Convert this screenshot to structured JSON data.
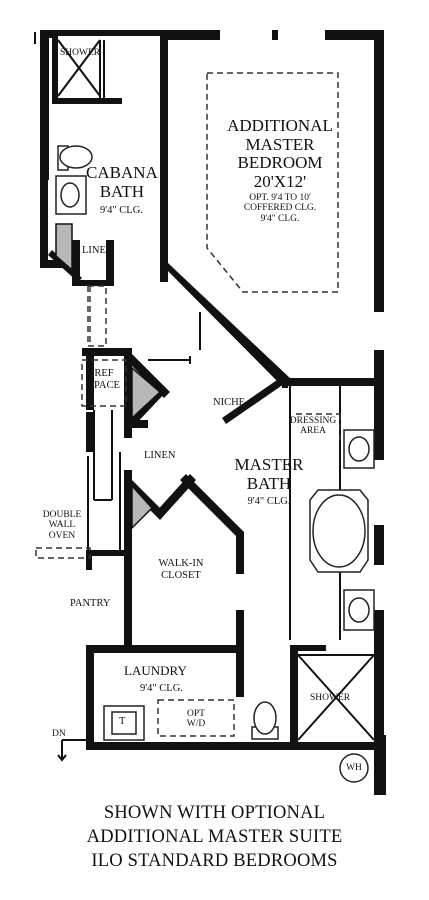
{
  "rooms": {
    "shower_top": "SHOWER",
    "cabana_bath": "CABANA\nBATH",
    "cabana_clg": "9'4\" CLG.",
    "linen_top": "LINEN",
    "additional_master": "ADDITIONAL\nMASTER\nBEDROOM\n20'X12'",
    "opt_clg": "OPT. 9'4 TO 10'\nCOFFERED CLG.\n9'4\" CLG.",
    "ref_space": "REF\nSPACE",
    "niche": "NICHE",
    "dressing_area": "DRESSING\nAREA",
    "linen_mid": "LINEN",
    "master_bath": "MASTER\nBATH",
    "master_bath_clg": "9'4\" CLG.",
    "double_wall_oven": "DOUBLE\nWALL\nOVEN",
    "walk_in_closet": "WALK-IN\nCLOSET",
    "pantry": "PANTRY",
    "laundry": "LAUNDRY",
    "laundry_clg": "9'4\" CLG.",
    "tub_t": "T",
    "opt_wd": "OPT\nW/D",
    "shower_bottom": "SHOWER",
    "dn": "DN",
    "wh": "WH"
  },
  "caption": [
    "SHOWN WITH OPTIONAL",
    "ADDITIONAL MASTER SUITE",
    "ILO STANDARD BEDROOMS"
  ]
}
